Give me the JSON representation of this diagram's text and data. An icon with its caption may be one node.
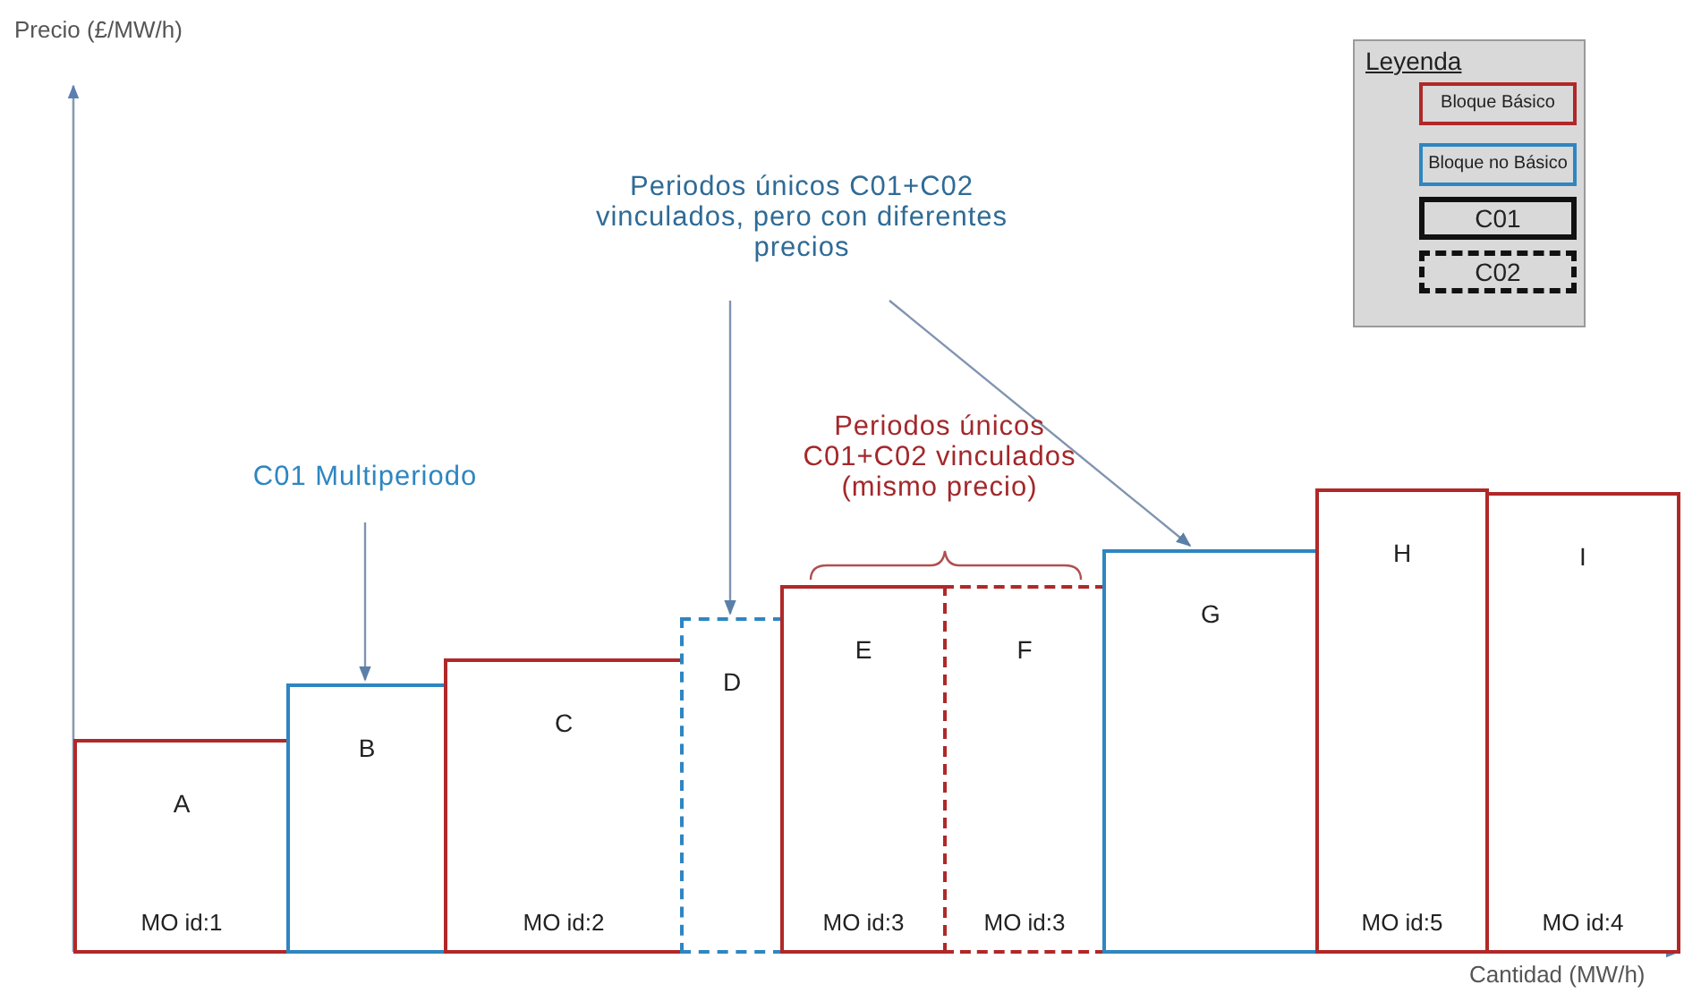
{
  "diagram": {
    "nodes": [
      {
        "text": [
          "A",
          "MO id:1"
        ]
      },
      {
        "text": [
          "B"
        ]
      },
      {
        "text": [
          "C",
          "MO id:2"
        ]
      },
      {
        "text": [
          "D"
        ]
      },
      {
        "text": [
          "E",
          "MO id:3"
        ]
      },
      {
        "text": [
          "F",
          "MO id:3"
        ]
      },
      {
        "text": [
          "G"
        ]
      },
      {
        "text": [
          "H",
          "MO id:5"
        ]
      },
      {
        "text": [
          "I",
          "MO id:4"
        ]
      },
      {
        "text": [
          "C01 Multiperiodo"
        ]
      },
      {
        "text": [
          "Periodos únicos C01+C02 vinculados, pero con diferentes precios"
        ]
      }
    ],
    "edges": [
      {
        "from": 9,
        "to": 1,
        "arrow": "to"
      },
      {
        "from": 10,
        "to": 3,
        "arrow": "to"
      },
      {
        "from": 10,
        "to": 6,
        "arrow": "to"
      }
    ],
    "labels": [
      "Precio (£/MW/h)",
      "Periodos únicos C01+C02 vinculados (mismo precio)",
      "Cantidad (MW/h)",
      "Leyenda"
    ],
    "legend": [
      {
        "text": "Bloque Básico"
      },
      {
        "text": "Bloque no Básico"
      },
      {
        "text": "C01"
      },
      {
        "text": "C02"
      }
    ]
  }
}
